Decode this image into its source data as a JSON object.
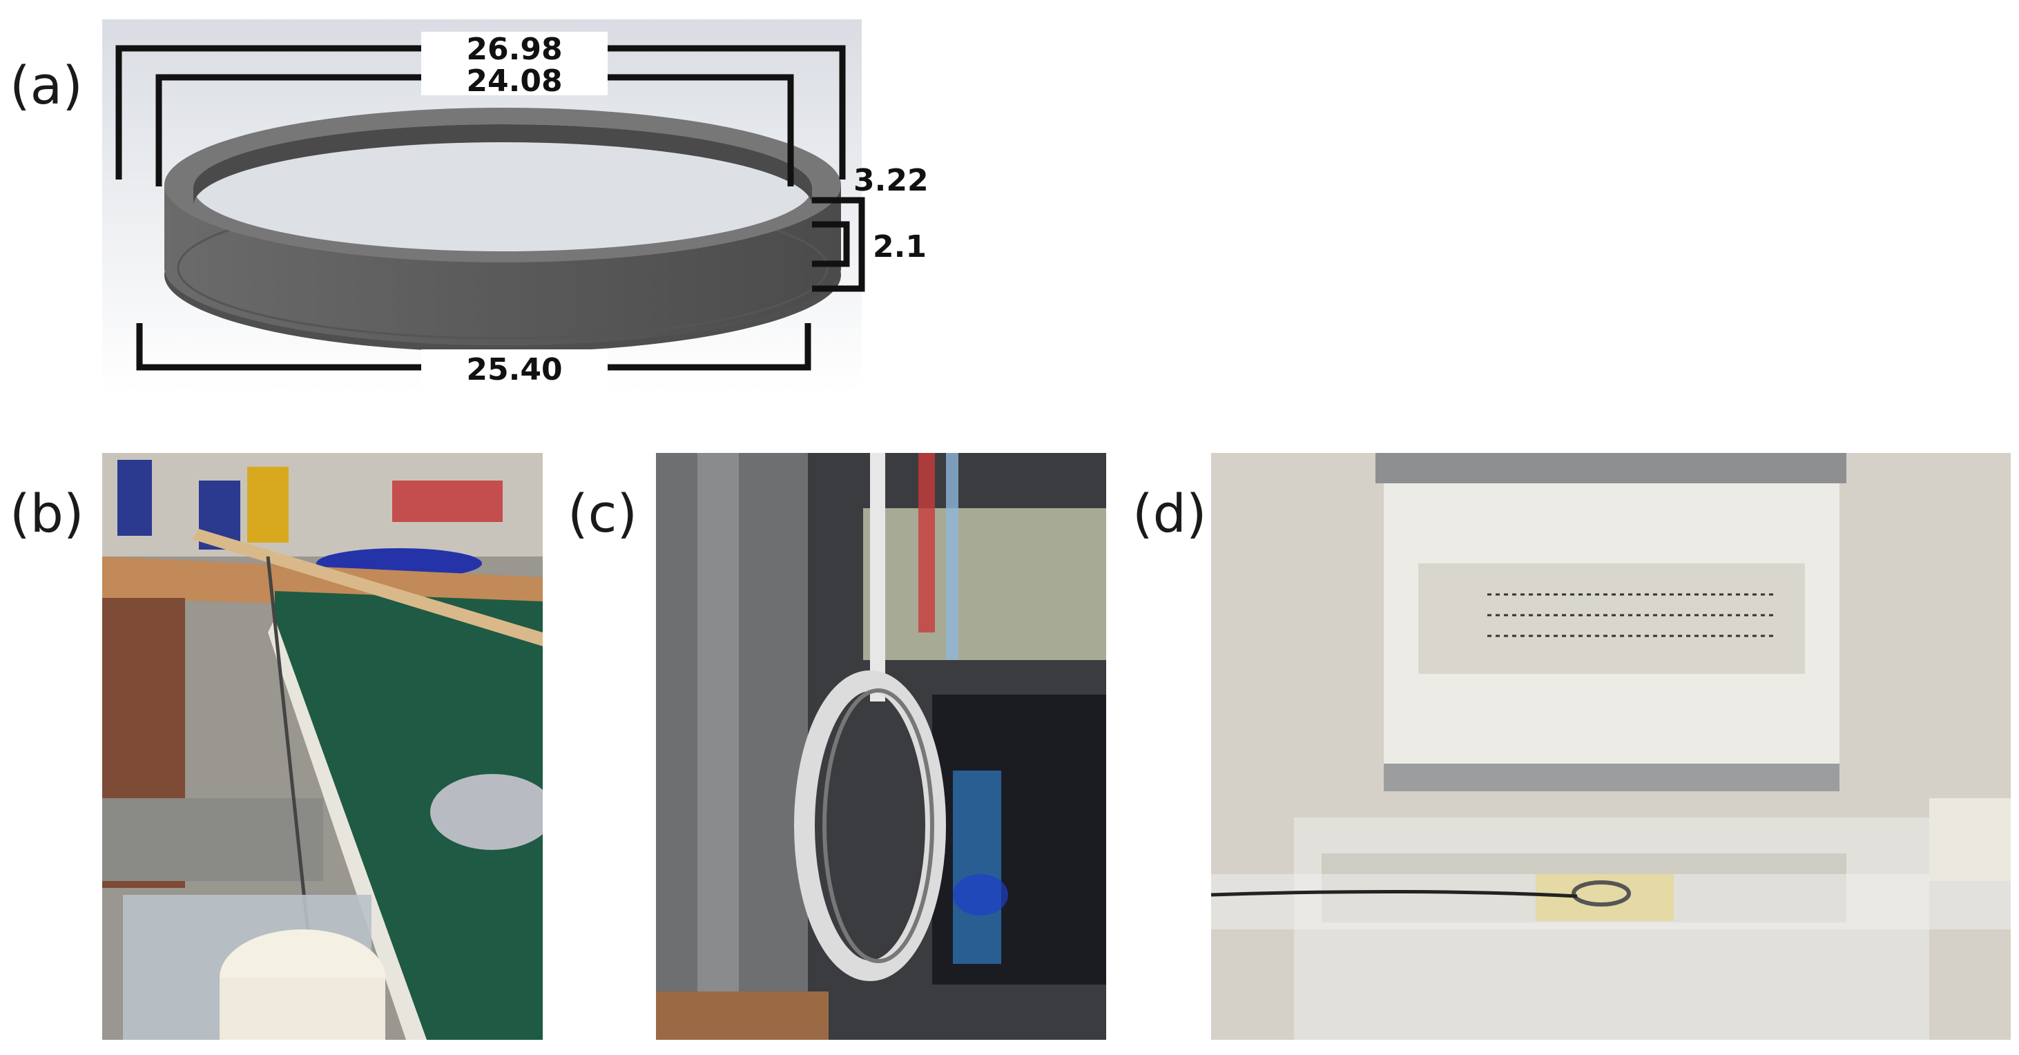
{
  "panels": {
    "a": {
      "label": "(a)",
      "dimensions": {
        "outer_top": "26.98",
        "inner_top": "24.08",
        "height_outer": "3.22",
        "height_inner": "2.1",
        "bottom": "25.40"
      }
    },
    "b": {
      "label": "(b)"
    },
    "c": {
      "label": "(c)"
    },
    "d": {
      "label": "(d)"
    }
  },
  "colors": {
    "ring_gray": "#5e5e5e",
    "ring_dark": "#3f3f3f",
    "bench_green": "#1f5a44",
    "kiln_white": "#ebe9e3",
    "metal_silver": "#d8d8d8"
  }
}
